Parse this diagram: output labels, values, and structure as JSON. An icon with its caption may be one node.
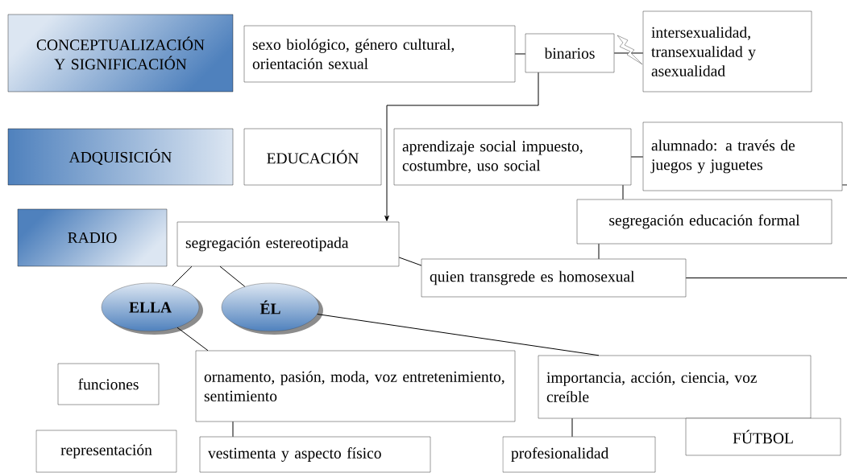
{
  "diagram": {
    "nodes": [
      {
        "text": [
          "CONCEPTUALIZACIÓN Y SIGNIFICACIÓN"
        ]
      },
      {
        "text": [
          "sexo biológico, género cultural, orientación sexual"
        ]
      },
      {
        "text": [
          "binarios"
        ]
      },
      {
        "text": [
          "intersexualidad, transexualidad y asexualidad"
        ]
      },
      {
        "text": [
          "ADQUISICIÓN"
        ]
      },
      {
        "text": [
          "EDUCACIÓN"
        ]
      },
      {
        "text": [
          "aprendizaje social impuesto, costumbre, uso social"
        ]
      },
      {
        "text": [
          "alumnado: a través de juegos y juguetes"
        ]
      },
      {
        "text": [
          "RADIO"
        ]
      },
      {
        "text": [
          "segregación estereotipada"
        ]
      },
      {
        "text": [
          "segregación educación formal"
        ]
      },
      {
        "text": [
          "quien transgrede es homosexual"
        ]
      },
      {
        "text": [
          "ELLA"
        ]
      },
      {
        "text": [
          "ÉL"
        ]
      },
      {
        "text": [
          "funciones"
        ]
      },
      {
        "text": [
          "ornamento, pasión, moda, voz entretenimiento, sentimiento"
        ]
      },
      {
        "text": [
          "importancia, acción, ciencia, voz creíble"
        ]
      },
      {
        "text": [
          "representación"
        ]
      },
      {
        "text": [
          "vestimenta y aspecto físico"
        ]
      },
      {
        "text": [
          "FÚTBOL"
        ]
      },
      {
        "text": [
          "profesionalidad"
        ]
      }
    ],
    "edges": [
      {
        "from": 1,
        "to": 2,
        "arrow": "none"
      },
      {
        "from": 2,
        "to": 3,
        "arrow": "none"
      },
      {
        "from": 2,
        "to": 9,
        "arrow": "to"
      },
      {
        "from": 6,
        "to": 7,
        "arrow": "none"
      },
      {
        "from": 6,
        "to": 10,
        "arrow": "none"
      },
      {
        "from": 10,
        "to": 11,
        "arrow": "none"
      },
      {
        "from": 9,
        "to": 11,
        "arrow": "none"
      },
      {
        "from": 11,
        "to": null,
        "arrow": "none"
      },
      {
        "from": 7,
        "to": null,
        "arrow": "none"
      },
      {
        "from": 9,
        "to": 12,
        "arrow": "none"
      },
      {
        "from": 9,
        "to": 13,
        "arrow": "none"
      },
      {
        "from": 12,
        "to": 15,
        "arrow": "none"
      },
      {
        "from": 13,
        "to": 16,
        "arrow": "none"
      },
      {
        "from": 15,
        "to": 18,
        "arrow": "none"
      },
      {
        "from": 16,
        "to": 20,
        "arrow": "none"
      }
    ]
  }
}
